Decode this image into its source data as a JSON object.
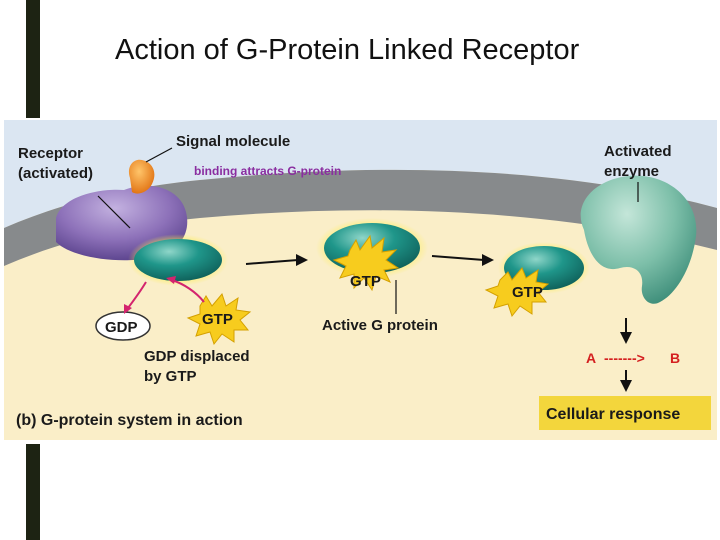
{
  "slide": {
    "title": "Action of G-Protein Linked Receptor"
  },
  "figure": {
    "receptor_label_1": "Receptor",
    "receptor_label_2": "(activated)",
    "signal_label": "Signal molecule",
    "signal_sublabel": "binding attracts G-protein",
    "enzyme_label_1": "Activated",
    "enzyme_label_2": "enzyme",
    "gtp_label": "GTP",
    "gdp_label": "GDP",
    "gdp_displaced_1": "GDP displaced",
    "gdp_displaced_2": "by GTP",
    "active_g_label": "Active G protein",
    "reaction_a": "A",
    "reaction_arrow": "------->",
    "reaction_b": "B",
    "cellular_response": "Cellular response",
    "panel_caption": "(b) G-protein system in action"
  },
  "colors": {
    "cytoplasm": "#faeec8",
    "extracellular": "#dbe6f2",
    "membrane": "#878a8c",
    "receptor": "#8d71b9",
    "g_protein": "#1d8c82",
    "enzyme": "#76b9a4",
    "signal_molecule": "#f28a1a",
    "gtp_burst": "#f7cc1e",
    "magenta_arrow": "#d4246e",
    "sublabel": "#8a2da0",
    "red_text": "#d42020",
    "response_box": "#f3d63c"
  }
}
